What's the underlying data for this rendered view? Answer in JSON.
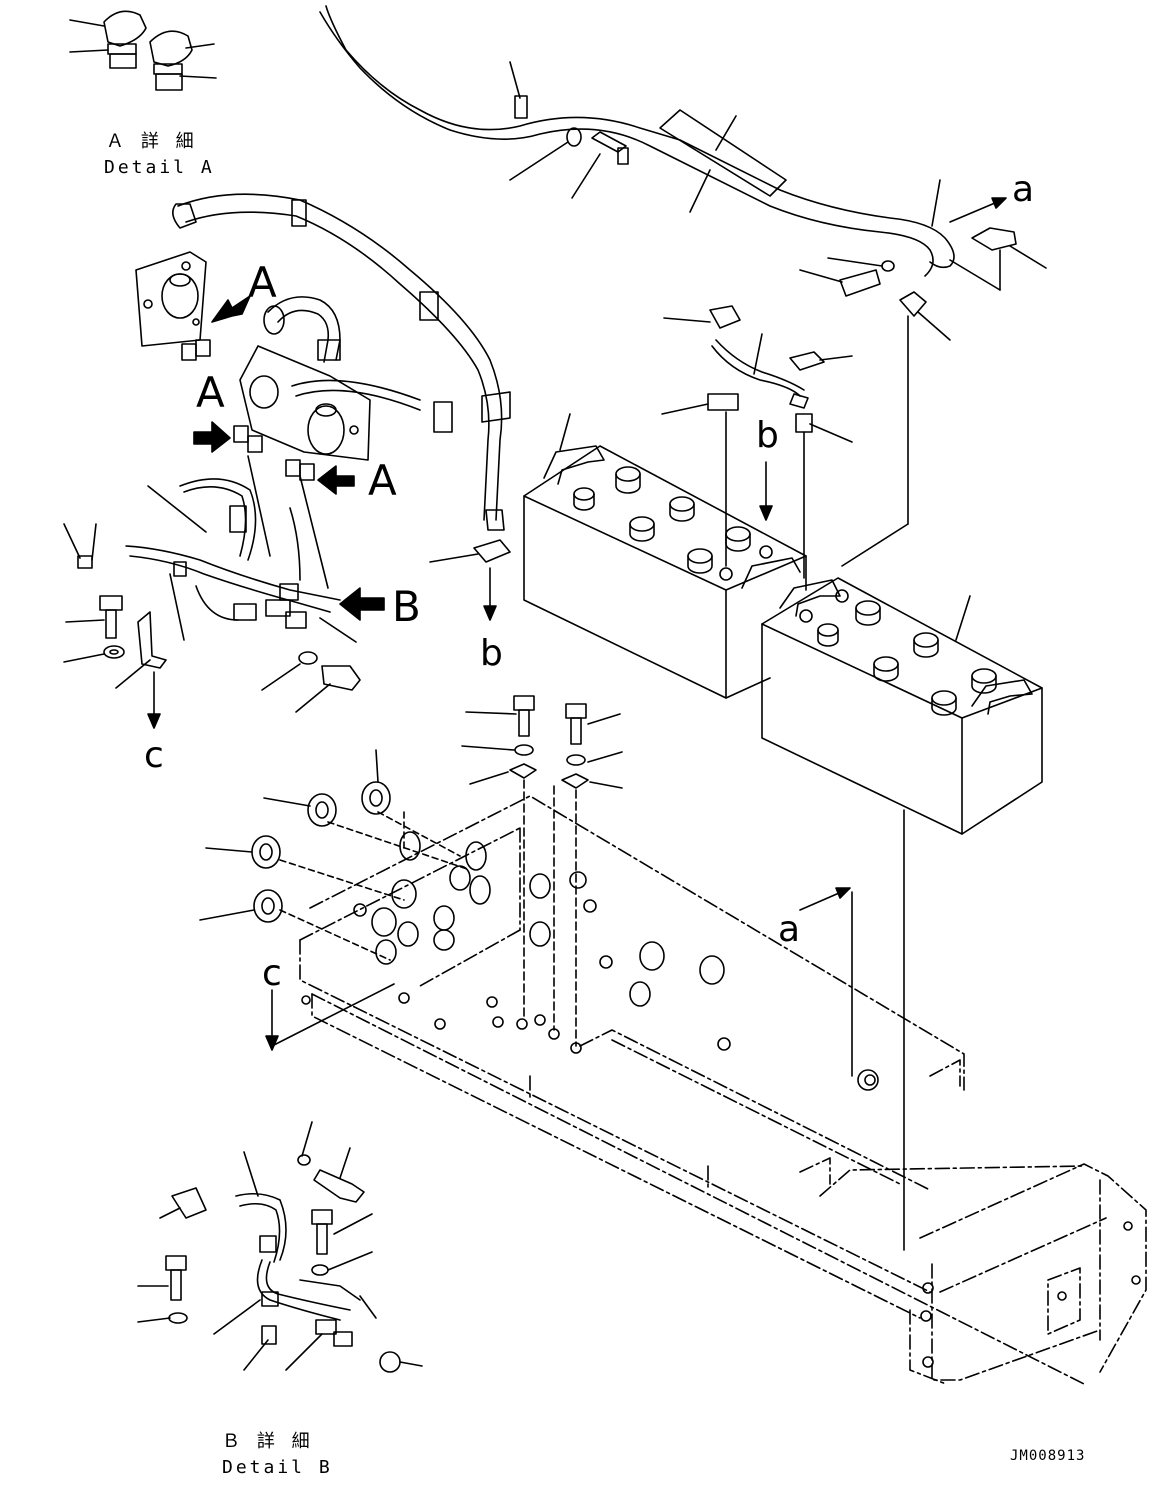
{
  "detail_a": {
    "title_jp": "Ａ 詳 細",
    "title_en": "Detail A"
  },
  "detail_b": {
    "title_jp": "Ｂ 詳 細",
    "title_en": "Detail B"
  },
  "callouts": {
    "A1": "A",
    "A2": "A",
    "A3": "A",
    "B": "B",
    "a1": "a",
    "a2": "a",
    "b1": "b",
    "b2": "b",
    "c1": "c",
    "c2": "c"
  },
  "drawing_code": "JM008913"
}
